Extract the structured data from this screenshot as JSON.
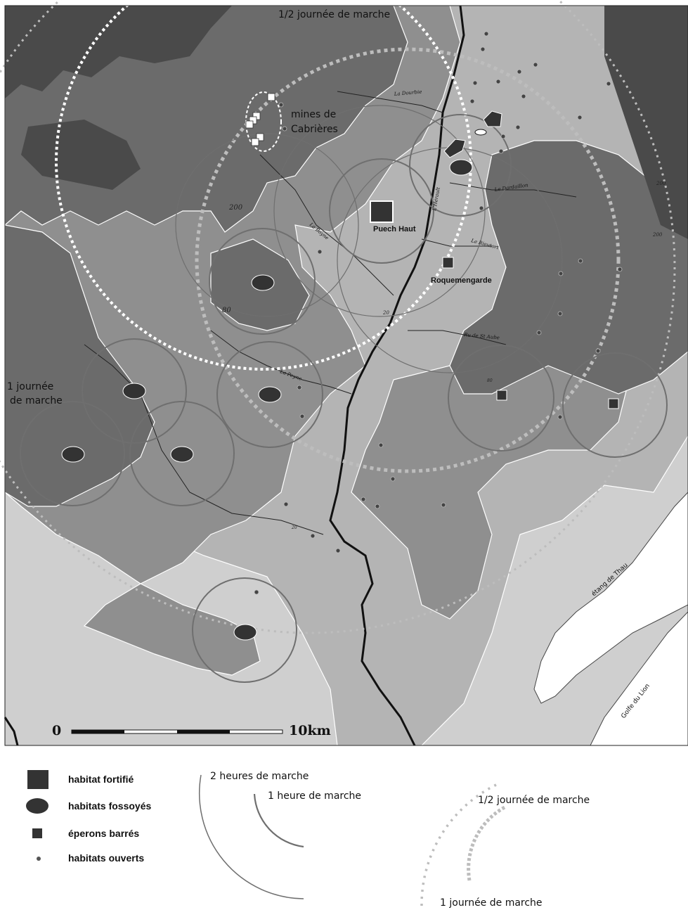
{
  "map": {
    "walk_labels": {
      "half_day_top": "1/2 journée de marche",
      "one_day_left": [
        "1 journée",
        "de marche"
      ]
    },
    "mines_label": [
      "mines de",
      "Cabrières"
    ],
    "places": {
      "puech_haut": "Puech Haut",
      "roquemengarde": "Roquemengarde"
    },
    "rivers": {
      "dourbie": "La Dourbie",
      "herault": "L'Hérault",
      "dardaillon": "Le Dardaillon",
      "boyne": "La Boyne",
      "rieutort": "Le Rieutort",
      "ru_st_aube": "Ru de St Aube",
      "peyne": "La Peyne"
    },
    "elevations": {
      "e200_left": "200",
      "e80": "80",
      "e20_center": "20",
      "e200_right_top": "200",
      "e200_right": "200",
      "e80_right": "80",
      "e20_south": "20"
    },
    "water": {
      "etang": "étang de Thau",
      "golfe": "Golfe du Lion"
    },
    "scale_bar": {
      "start": "0",
      "end": "10km"
    }
  },
  "legend": {
    "habitat_fortifie": "habitat fortifié",
    "habitats_fossoyes": "habitats fossoyés",
    "eperons_barres": "éperons barrés",
    "habitats_ouverts": "habitats ouverts",
    "two_hours": "2 heures de marche",
    "one_hour": "1 heure de marche",
    "half_day": "1/2 journée de marche",
    "one_day": "1 journée de marche"
  },
  "colors": {
    "high_relief": "#4a4a4a",
    "mid_relief": "#6b6b6b",
    "low_relief": "#8f8f8f",
    "plain": "#b4b4b4",
    "lowland": "#cfcfcf",
    "sea": "#ffffff",
    "circle_stroke": "#6f6f6f",
    "walk_dots": "#bdbdbd"
  }
}
